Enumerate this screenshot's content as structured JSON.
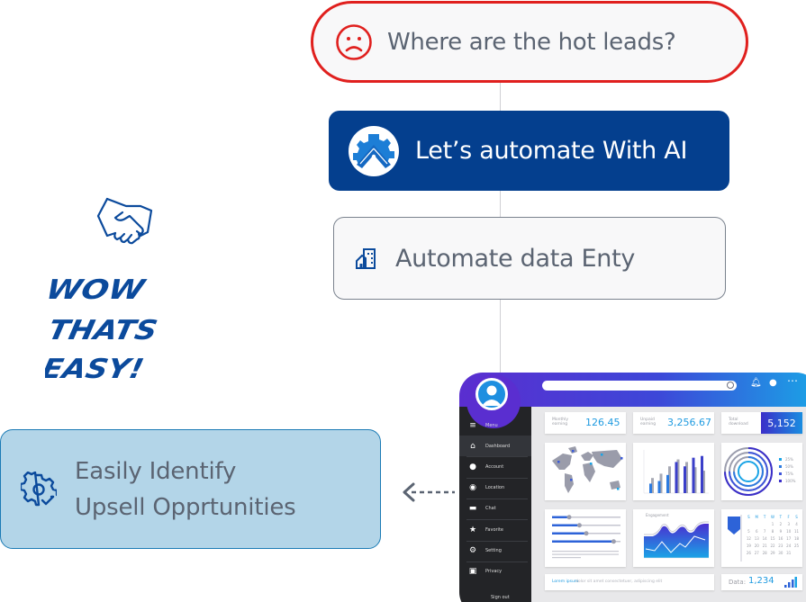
{
  "flow": {
    "problem": {
      "icon": "sad-face-icon",
      "label": "Where are the hot leads?",
      "color": "#e0201e"
    },
    "ai_step": {
      "icon": "ai-gear-logo-icon",
      "label": "Let’s automate With AI",
      "color": "#043f8e"
    },
    "data_step": {
      "icon": "building-icon",
      "label": "Automate data Enty"
    },
    "result": {
      "icon": "gear-check-icon",
      "line1": "Easily Identify",
      "line2": "Upsell Opprtunities",
      "color": "#b3d5e8"
    }
  },
  "exclaim": {
    "icon": "handshake-icon",
    "lines": [
      "WOW",
      "THATS",
      "EASY!"
    ],
    "color": "#0b4a9c"
  },
  "dashboard": {
    "menu_label": "Menu",
    "menu_items": [
      {
        "icon": "home-icon",
        "label": "Dashboard",
        "active": true
      },
      {
        "icon": "user-icon",
        "label": "Account"
      },
      {
        "icon": "location-icon",
        "label": "Location"
      },
      {
        "icon": "chat-icon",
        "label": "Chat"
      },
      {
        "icon": "star-icon",
        "label": "Favorite"
      },
      {
        "icon": "gear-icon",
        "label": "Setting"
      },
      {
        "icon": "lock-icon",
        "label": "Privacy"
      }
    ],
    "sign_out": "Sign out",
    "stats": [
      {
        "label": "Monthly earning",
        "value": "126.45"
      },
      {
        "label": "Unpaid earning",
        "value": "3,256.67"
      },
      {
        "label": "Total download",
        "value": "5,152"
      }
    ],
    "ring_legend": [
      "25%",
      "50%",
      "75%",
      "100%"
    ],
    "engagement_title": "Engagement",
    "calendar_days": [
      "S",
      "M",
      "T",
      "W",
      "T",
      "F",
      "S"
    ],
    "footer_text_strong": "Lorem ipsum",
    "footer_text": "dolor sit amet consectetuer, adipiscing elit",
    "data_label": "Data:",
    "data_value": "1,234"
  }
}
